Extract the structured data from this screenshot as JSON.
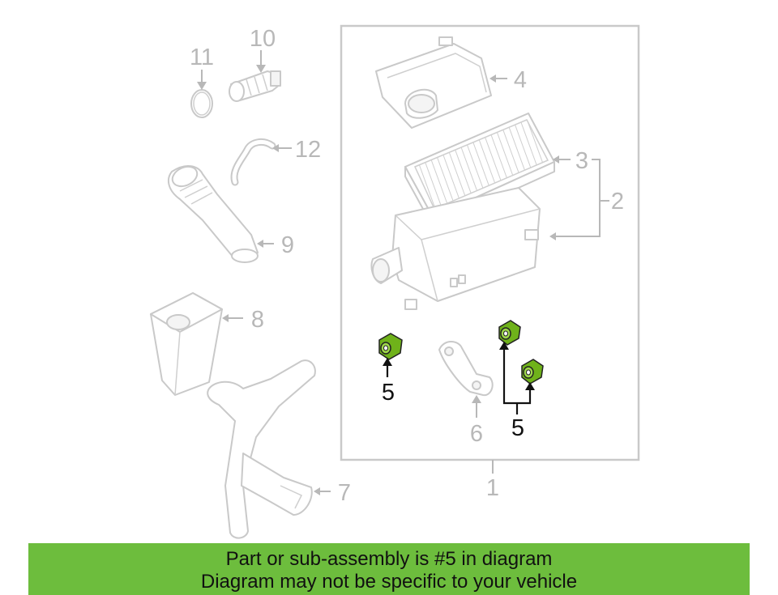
{
  "diagram": {
    "callouts": {
      "c1": "1",
      "c2": "2",
      "c3": "3",
      "c4": "4",
      "c5a": "5",
      "c5b": "5",
      "c6": "6",
      "c7": "7",
      "c8": "8",
      "c9": "9",
      "c10": "10",
      "c11": "11",
      "c12": "12"
    },
    "highlight_part": "5",
    "colors": {
      "highlight_part": "#7dc21e",
      "banner": "#6dbd3d",
      "part_line": "#c9c9c9",
      "callout_gray": "#b8b8b8",
      "callout_highlight": "#111111"
    }
  },
  "banner": {
    "line1": "Part or sub-assembly is #5 in diagram",
    "line2": "Diagram may not be specific to your vehicle"
  }
}
